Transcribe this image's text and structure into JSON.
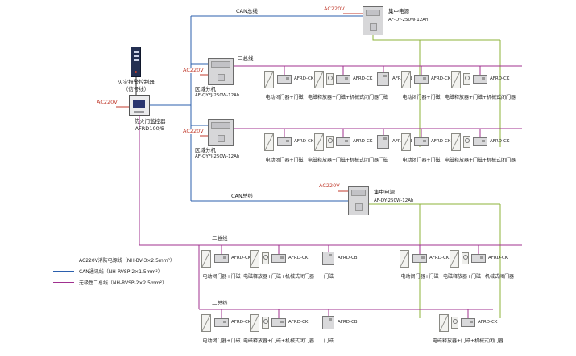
{
  "controller": {
    "label": "火灾报警控制器",
    "sublabel": "（信号线）"
  },
  "monitor": {
    "power": "AC220V",
    "label": "防火门监控器",
    "model": "AFRD100/B"
  },
  "buses": {
    "can_top": "CAN总线",
    "can_mid": "CAN总线",
    "two_bus_row1": "二总线",
    "two_bus_row3": "二总线",
    "two_bus_row4": "二总线"
  },
  "supplies": [
    {
      "power": "AC220V",
      "name": "集中电源",
      "model": "AF-DY-250W-12Ah"
    },
    {
      "power": "AC220V",
      "name": "集中电源",
      "model": "AF-DY-250W-12Ah"
    }
  ],
  "zones": [
    {
      "power": "AC220V",
      "name": "区域分机",
      "model": "AF-QYFJ-250W-12Ah"
    },
    {
      "power": "AC220V",
      "name": "区域分机",
      "model": "AF-QYFJ-250W-12Ah"
    }
  ],
  "legend": {
    "items": [
      {
        "name": "power-line",
        "color": "#c0392b",
        "label": "AC220V消防电源线（NH-BV-3×2.5mm²）"
      },
      {
        "name": "can-line",
        "color": "#2b5fad",
        "label": "CAN通讯线（NH-RVSP-2×1.5mm²）"
      },
      {
        "name": "two-bus-line",
        "color": "#a0308f",
        "label": "无极性二总线（NH-RVSP-2×2.5mm²）"
      }
    ]
  },
  "colors": {
    "power": "#c0392b",
    "can": "#2b5fad",
    "two_bus": "#a0308f",
    "supply_power": "#8db33a"
  },
  "device_rows": [
    {
      "id": "row1",
      "groups": [
        {
          "type": "ck",
          "module": "AFRD-CK",
          "caption": "电动闭门器+门磁"
        },
        {
          "type": "ck2",
          "module": "AFRD-CK",
          "caption": "电磁释放器+门磁+机械式闭门器"
        },
        {
          "type": "cb",
          "module": "AFRD-CB",
          "caption": "门磁"
        },
        {
          "type": "ck",
          "module": "AFRD-CK",
          "caption": "电动闭门器+门磁"
        },
        {
          "type": "ck2",
          "module": "AFRD-CK",
          "caption": "电磁释放器+门磁+机械式闭门器"
        }
      ]
    },
    {
      "id": "row2",
      "groups": [
        {
          "type": "ck",
          "module": "AFRD-CK",
          "caption": "电动闭门器+门磁"
        },
        {
          "type": "ck2",
          "module": "AFRD-CK",
          "caption": "电磁释放器+门磁+机械式闭门器"
        },
        {
          "type": "cb",
          "module": "AFRD-CB",
          "caption": "门磁"
        },
        {
          "type": "ck",
          "module": "AFRD-CK",
          "caption": "电动闭门器+门磁"
        },
        {
          "type": "ck2",
          "module": "AFRD-CK",
          "caption": "电磁释放器+门磁+机械式闭门器"
        }
      ]
    },
    {
      "id": "row3",
      "groups": [
        {
          "type": "ck",
          "module": "AFRD-CK",
          "caption": "电动闭门器+门磁"
        },
        {
          "type": "ck2",
          "module": "AFRD-CK",
          "caption": "电磁释放器+门磁+机械式闭门器"
        },
        {
          "type": "cb",
          "module": "AFRD-CB",
          "caption": "门磁"
        },
        {
          "type": "ck",
          "module": "AFRD-CK",
          "caption": "电动闭门器+门磁"
        },
        {
          "type": "ck2",
          "module": "AFRD-CK",
          "caption": "电磁释放器+门磁+机械式闭门器"
        }
      ]
    },
    {
      "id": "row4",
      "groups": [
        {
          "type": "ck",
          "module": "AFRD-CK",
          "caption": "电动闭门器+门磁"
        },
        {
          "type": "ck2",
          "module": "AFRD-CK",
          "caption": "电磁释放器+门磁+机械式闭门器"
        },
        {
          "type": "cb",
          "module": "AFRD-CB",
          "caption": "门磁"
        },
        {
          "type": "ck2",
          "module": "AFRD-CK",
          "caption": "电磁释放器+门磁+机械式闭门器"
        }
      ]
    }
  ]
}
